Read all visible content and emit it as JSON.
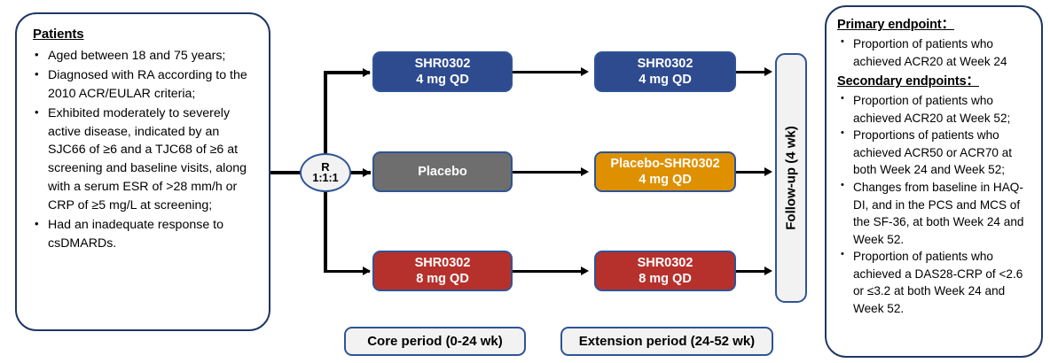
{
  "diagram": {
    "title": "Clinical trial design flow diagram",
    "colors": {
      "panel_border": "#1F3864",
      "box_border": "#2F5496",
      "arm_4mg": "#2E4B8F",
      "arm_placebo": "#6E6E6E",
      "arm_8mg": "#B7312C",
      "arm_placebo_shr": "#DF9000",
      "neutral_fill": "#F2F2F2"
    }
  },
  "patients": {
    "heading": "Patients",
    "criteria": [
      "Aged between 18 and 75 years;",
      "Diagnosed with RA according to the 2010 ACR/EULAR criteria;",
      "Exhibited moderately to severely active disease, indicated by an SJC66 of ≥6 and a TJC68 of ≥6 at screening and baseline visits, along with a serum ESR of >28 mm/h or CRP of ≥5 mg/L at screening;",
      "Had an inadequate response to csDMARDs."
    ]
  },
  "randomization": {
    "label": "R",
    "ratio": "1:1:1"
  },
  "arms": {
    "core": [
      {
        "name": "core-arm-shr0302-4mg",
        "line1": "SHR0302",
        "line2": "4 mg QD",
        "fill": "#2E4B8F"
      },
      {
        "name": "core-arm-placebo",
        "line1": "Placebo",
        "line2": "",
        "fill": "#6E6E6E"
      },
      {
        "name": "core-arm-shr0302-8mg",
        "line1": "SHR0302",
        "line2": "8 mg QD",
        "fill": "#B7312C"
      }
    ],
    "extension": [
      {
        "name": "extension-arm-shr0302-4mg",
        "line1": "SHR0302",
        "line2": "4 mg QD",
        "fill": "#2E4B8F"
      },
      {
        "name": "extension-arm-placebo-shr0302",
        "line1": "Placebo-SHR0302",
        "line2": "4 mg QD",
        "fill": "#DF9000"
      },
      {
        "name": "extension-arm-shr0302-8mg",
        "line1": "SHR0302",
        "line2": "8 mg QD",
        "fill": "#B7312C"
      }
    ]
  },
  "followup": {
    "label": "Follow-up (4 wk)"
  },
  "periods": {
    "core": "Core period (0-24 wk)",
    "extension": "Extension period (24-52 wk)"
  },
  "endpoints": {
    "primary_heading": "Primary endpoint：",
    "primary": [
      "Proportion of patients who achieved ACR20 at Week 24"
    ],
    "secondary_heading": "Secondary endpoints：",
    "secondary": [
      "Proportion of patients who achieved ACR20 at Week 52;",
      "Proportions of patients who achieved ACR50 or ACR70 at both Week 24 and Week 52;",
      "Changes from baseline in HAQ-DI, and in the PCS and MCS of the SF-36, at both Week 24 and Week 52.",
      "Proportion of patients who achieved a DAS28-CRP of <2.6 or ≤3.2 at both Week 24 and Week 52."
    ]
  }
}
